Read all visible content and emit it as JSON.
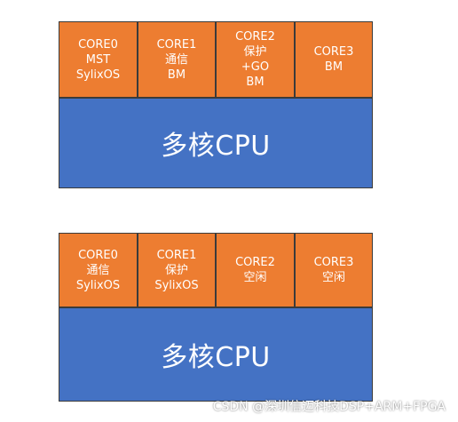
{
  "top_diagram": {
    "cores": [
      {
        "lines": [
          "CORE0",
          "MST",
          "SylixOS"
        ]
      },
      {
        "lines": [
          "CORE1",
          "通信",
          "BM"
        ]
      },
      {
        "lines": [
          "CORE2",
          "保护",
          "+GO",
          "BM"
        ]
      },
      {
        "lines": [
          "CORE3",
          "BM"
        ]
      }
    ],
    "cpu_label": "多核CPU"
  },
  "bottom_diagram": {
    "cores": [
      {
        "lines": [
          "CORE0",
          "通信",
          "SylixOS"
        ]
      },
      {
        "lines": [
          "CORE1",
          "保护",
          "SylixOS"
        ]
      },
      {
        "lines": [
          "CORE2",
          "空闲"
        ]
      },
      {
        "lines": [
          "CORE3",
          "空闲"
        ]
      }
    ],
    "cpu_label": "多核CPU"
  },
  "watermark": "CSDN @深圳信迈科技DSP+ARM+FPGA",
  "colors": {
    "core_fill": "#ED7D31",
    "cpu_fill": "#4472C4",
    "border": "#3B3B3B",
    "text": "#FFFFFF"
  }
}
